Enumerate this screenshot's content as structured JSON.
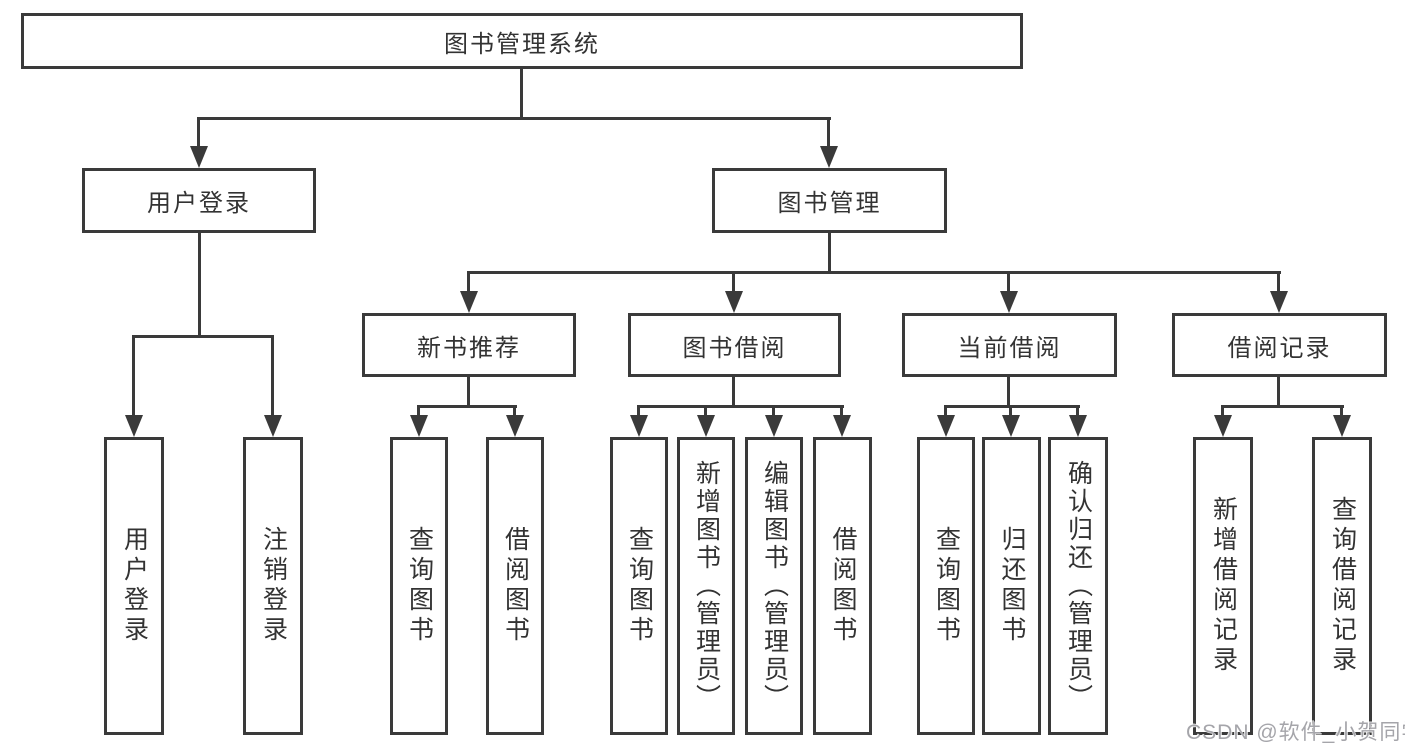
{
  "diagram": {
    "title": "图书管理系统",
    "level1": [
      {
        "label": "用户登录",
        "parent": "图书管理系统"
      },
      {
        "label": "图书管理",
        "parent": "图书管理系统"
      }
    ],
    "level2": [
      {
        "label": "新书推荐",
        "parent": "图书管理"
      },
      {
        "label": "图书借阅",
        "parent": "图书管理"
      },
      {
        "label": "当前借阅",
        "parent": "图书管理"
      },
      {
        "label": "借阅记录",
        "parent": "图书管理"
      }
    ],
    "leaves": [
      {
        "label": "用户登录",
        "parent": "用户登录"
      },
      {
        "label": "注销登录",
        "parent": "用户登录"
      },
      {
        "label": "查询图书",
        "parent": "新书推荐"
      },
      {
        "label": "借阅图书",
        "parent": "新书推荐"
      },
      {
        "label": "查询图书",
        "parent": "图书借阅"
      },
      {
        "label": "新增图书（管理员）",
        "parent": "图书借阅"
      },
      {
        "label": "编辑图书（管理员）",
        "parent": "图书借阅"
      },
      {
        "label": "借阅图书",
        "parent": "图书借阅"
      },
      {
        "label": "查询图书",
        "parent": "当前借阅"
      },
      {
        "label": "归还图书",
        "parent": "当前借阅"
      },
      {
        "label": "确认归还（管理员）",
        "parent": "当前借阅"
      },
      {
        "label": "新增借阅记录",
        "parent": "借阅记录"
      },
      {
        "label": "查询借阅记录",
        "parent": "借阅记录"
      }
    ],
    "watermark": "CSDN @软件_小贺同学",
    "colors": {
      "line": "#3a3a3a",
      "text": "#333333",
      "watermark": "#a5a5aa",
      "background": "#ffffff"
    }
  }
}
